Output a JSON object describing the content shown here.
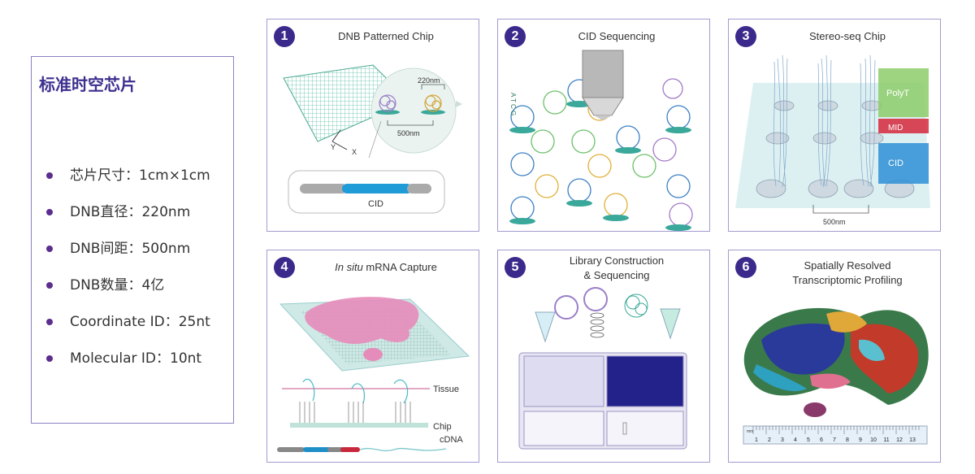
{
  "spec": {
    "title": "标准时空芯片",
    "items": [
      "芯片尺寸：1cm×1cm",
      "DNB直径：220nm",
      "DNB间距：500nm",
      "DNB数量：4亿",
      "Coordinate ID：25nt",
      "Molecular ID：10nt"
    ]
  },
  "panels": [
    {
      "num": "1",
      "title": "DNB Patterned Chip",
      "labels": {
        "dim220": "220nm",
        "dim500": "500nm",
        "axis_x": "X",
        "axis_y": "Y",
        "cid": "CID"
      }
    },
    {
      "num": "2",
      "title": "CID Sequencing",
      "labels": {
        "bases": "A T C G"
      }
    },
    {
      "num": "3",
      "title": "Stereo-seq Chip",
      "labels": {
        "polyt": "PolyT",
        "mid": "MID",
        "cid": "CID",
        "dim500": "500nm"
      }
    },
    {
      "num": "4",
      "title_italic": "In situ",
      "title_rest": " mRNA Capture",
      "labels": {
        "tissue": "Tissue",
        "chip": "Chip",
        "cdna": "cDNA"
      }
    },
    {
      "num": "5",
      "title_line1": "Library Construction",
      "title_line2": "& Sequencing"
    },
    {
      "num": "6",
      "title_line1": "Spatially Resolved",
      "title_line2": "Transcriptomic Profiling",
      "labels": {
        "ruler_unit": "mm",
        "ruler_ticks": [
          "1",
          "2",
          "3",
          "4",
          "5",
          "6",
          "7",
          "8",
          "9",
          "10",
          "11",
          "12",
          "13"
        ]
      }
    }
  ],
  "colors": {
    "accent": "#3b2a8c",
    "border": "#a49bd0",
    "teal": "#3aa89a",
    "blue": "#2a8fd0",
    "red": "#c8283c",
    "green": "#7cc35a"
  }
}
